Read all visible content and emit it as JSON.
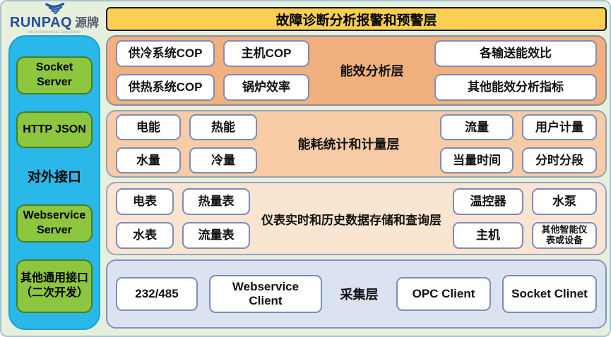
{
  "logo": {
    "brand": "RUNPAQ",
    "brand_cn": "源牌",
    "tagline": "environmental solutions",
    "brand_color": "#1f4e9c"
  },
  "banner": {
    "label": "故障诊断分析报警和预警层",
    "color": "#fbd052"
  },
  "sidebar": {
    "panel_color": "#29b8e8",
    "button_color": "#8dc63f",
    "items": [
      {
        "label": "Socket Server",
        "type": "button"
      },
      {
        "label": "HTTP JSON",
        "type": "button"
      },
      {
        "label": "对外接口",
        "type": "label"
      },
      {
        "label": "Webservice Server",
        "type": "button"
      },
      {
        "label": "其他通用接口（二次开发）",
        "type": "button"
      }
    ]
  },
  "layers": [
    {
      "name": "能效分析层",
      "color": "#f2b07e",
      "left_items": [
        "供冷系统COP",
        "主机COP",
        "供热系统COP",
        "锅炉效率"
      ],
      "right_items": [
        "各输送能效比",
        "其他能效分析指标"
      ]
    },
    {
      "name": "能耗统计和计量层",
      "color": "#f8cca7",
      "left_items": [
        "电能",
        "热能",
        "水量",
        "冷量"
      ],
      "right_items": [
        "流量",
        "用户计量",
        "当量时间",
        "分时分段"
      ]
    },
    {
      "name": "仪表实时和历史数据存储和查询层",
      "color": "#fae4d2",
      "left_items": [
        "电表",
        "热量表",
        "水表",
        "流量表"
      ],
      "right_items": [
        "温控器",
        "水泵",
        "主机",
        "其他智能仪表或设备"
      ]
    },
    {
      "name": "采集层",
      "color": "#dbe3f1",
      "left_items": [
        "232/485",
        "Webservice Client"
      ],
      "right_items": [
        "OPC Client",
        "Socket Clinet"
      ]
    }
  ]
}
